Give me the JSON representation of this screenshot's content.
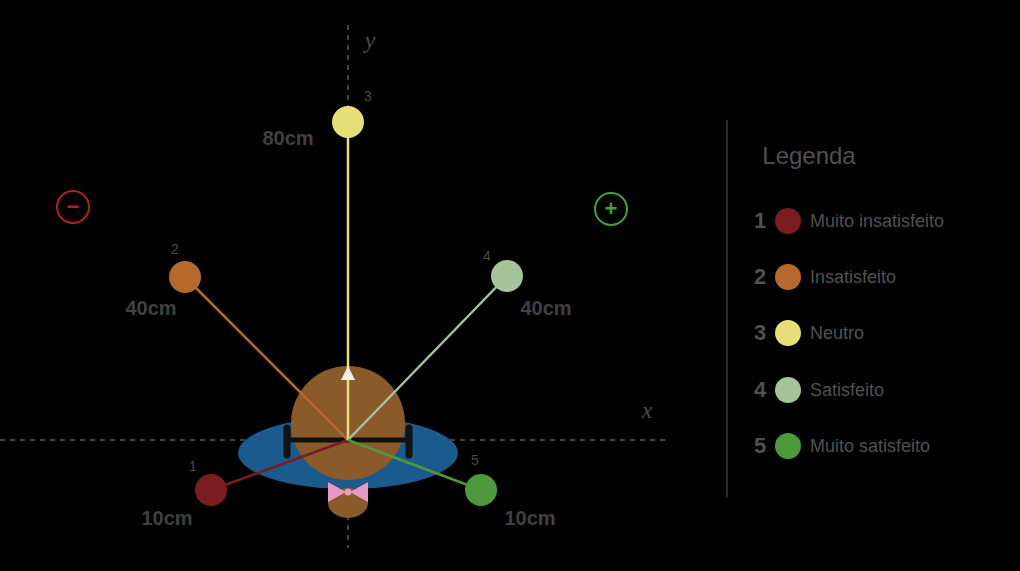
{
  "diagram": {
    "nodes": [
      {
        "text": [
          "−"
        ]
      },
      {
        "text": [
          "+"
        ]
      },
      {
        "text": [
          "3"
        ]
      },
      {
        "text": [
          "2"
        ]
      },
      {
        "text": [
          "4"
        ]
      },
      {
        "text": [
          "1"
        ]
      },
      {
        "text": [
          "5"
        ]
      }
    ],
    "labels": [
      "y",
      "80cm",
      "40cm",
      "40cm",
      "x",
      "10cm",
      "10cm",
      "Legenda",
      "1",
      "2",
      "3",
      "4",
      "5"
    ],
    "legend": [
      {
        "text": "Muito insatisfeito",
        "color": "#7a1c20"
      },
      {
        "text": "Insatisfeito",
        "color": "#b5692c"
      },
      {
        "text": "Neutro",
        "color": "#e6df78"
      },
      {
        "text": "Satisfeito",
        "color": "#a6c49a"
      },
      {
        "text": "Muito satisfeito",
        "color": "#4c9a3c"
      }
    ]
  }
}
